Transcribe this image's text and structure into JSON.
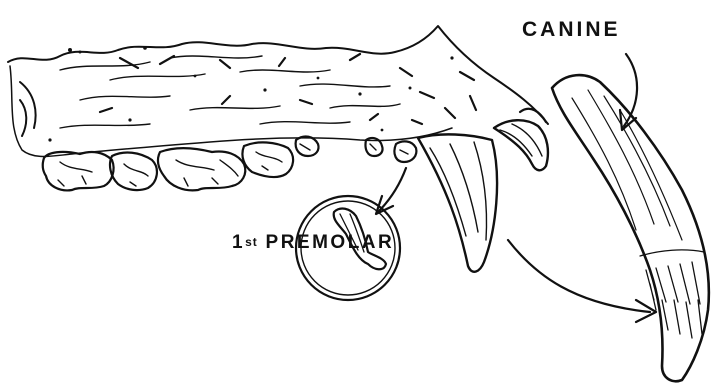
{
  "labels": {
    "canine": "CANINE",
    "premolar_ordinal_number": "1",
    "premolar_ordinal_suffix": "st",
    "premolar_name": "PREMOLAR"
  },
  "colors": {
    "ink": "#111111",
    "background": "#ffffff"
  },
  "icons": {
    "arrows": "curved-arrow",
    "magnifier": "circle-callout"
  }
}
